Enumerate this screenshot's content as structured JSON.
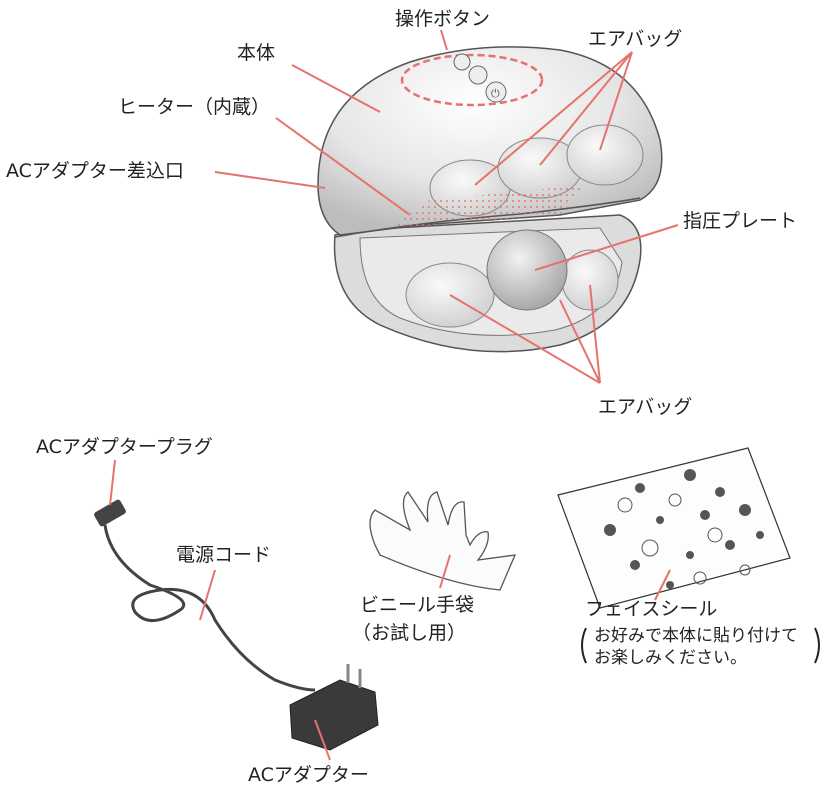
{
  "labels": {
    "operation_buttons": "操作ボタン",
    "main_body": "本体",
    "heater": "ヒーター（内蔵）",
    "ac_inlet": "ACアダプター差込口",
    "airbag_top": "エアバッグ",
    "pressure_plate": "指圧プレート",
    "airbag_bottom": "エアバッグ",
    "ac_plug": "ACアダプタープラグ",
    "power_cord": "電源コード",
    "ac_adapter": "ACアダプター",
    "vinyl_gloves_line1": "ビニール手袋",
    "vinyl_gloves_line2": "（お試し用）",
    "face_sticker": "フェイスシール",
    "face_sticker_note_line1": "お好みで本体に貼り付けて",
    "face_sticker_note_line2": "お楽しみください。"
  },
  "colors": {
    "leader": "#e5736b",
    "device_body": "#ececec",
    "device_outline": "#555555"
  }
}
